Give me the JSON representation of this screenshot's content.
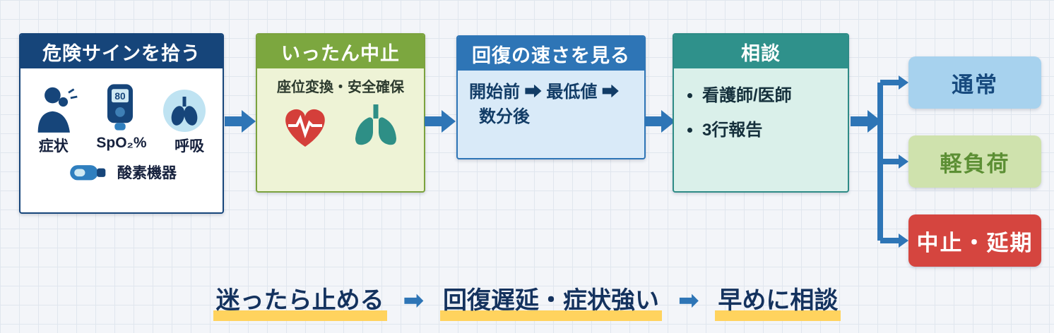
{
  "colors": {
    "navy": "#16457a",
    "blue": "#2e75b6",
    "green": "#7ca73f",
    "teal": "#2f918b",
    "red": "#d5453f",
    "highlight_yellow": "#ffd35e",
    "outcome_normal_bg": "#a7d2ee",
    "outcome_light_bg": "#cfe2ad",
    "outcome_stop_bg": "#d5453f"
  },
  "steps": [
    {
      "title": "危険サインを拾う",
      "labels": {
        "symptom": "症状",
        "spo2": "SpO₂%",
        "breath": "呼吸",
        "oxygen": "酸素機器"
      },
      "oximeter_reading": "80"
    },
    {
      "title": "いったん中止",
      "note": "座位変換・安全確保"
    },
    {
      "title": "回復の速さを見る",
      "line1": "開始前 ➡ 最低値 ➡",
      "line2": "数分後"
    },
    {
      "title": "相談",
      "bullets": [
        "看護師/医師",
        "3行報告"
      ]
    }
  ],
  "outcomes": [
    {
      "label": "通常"
    },
    {
      "label": "軽負荷"
    },
    {
      "label": "中止・延期"
    }
  ],
  "footer": {
    "segments": [
      "迷ったら止める",
      "回復遅延・症状強い",
      "早めに相談"
    ],
    "arrow": "➡"
  }
}
